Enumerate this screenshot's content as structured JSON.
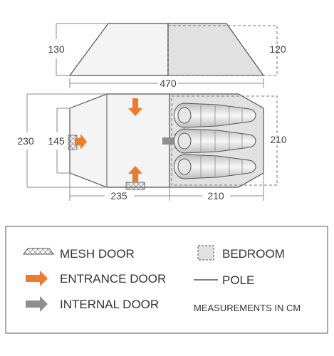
{
  "colors": {
    "outline": "#555555",
    "tent_fill": "#f4f4f4",
    "bedroom_fill": "#e1e1e1",
    "entrance_arrow": "#ee7a2e",
    "internal_arrow": "#8f8f8f",
    "dimension_line": "#888888"
  },
  "icons": {
    "mesh_door": "mesh-door-icon",
    "entrance_door": "entrance-door-arrow-icon",
    "internal_door": "internal-door-arrow-icon",
    "bedroom": "bedroom-swatch-icon",
    "pole": "pole-line-icon",
    "sleeping_bag": "sleeping-bag-icon"
  },
  "dimensions": {
    "height_living": "130",
    "height_bedroom": "120",
    "total_length": "470",
    "total_width": "230",
    "door_width": "145",
    "living_length": "235",
    "bedroom_length": "210",
    "bedroom_width": "210"
  },
  "legend": {
    "mesh_door": "MESH DOOR",
    "entrance_door": "ENTRANCE DOOR",
    "internal_door": "INTERNAL DOOR",
    "bedroom": "BEDROOM",
    "pole": "POLE",
    "measurements": "MEASUREMENTS IN CM"
  }
}
